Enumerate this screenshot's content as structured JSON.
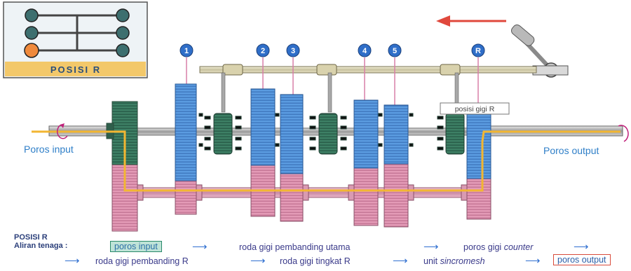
{
  "shift_pattern": {
    "label": "POSISI   R",
    "colors": {
      "panel_bg": "#f3c86a",
      "active_knob": "#f08a3c",
      "knob": "#3d6f6f"
    }
  },
  "gear_numbers": [
    "1",
    "2",
    "3",
    "4",
    "5",
    "R"
  ],
  "callout": "posisi gigi R",
  "labels": {
    "input_shaft": "Poros input",
    "output_shaft": "Poros output"
  },
  "flow": {
    "title": "POSISI R",
    "subtitle": "Aliran tenaga :",
    "steps": [
      "poros input",
      "roda gigi pembanding utama",
      "poros gigi counter",
      "roda gigi pembanding R",
      "roda gigi tingkat R",
      "unit sincromesh",
      "poros output"
    ],
    "italic_words": [
      "counter",
      "sincromesh"
    ]
  },
  "colors": {
    "upper_gear": "#4f8fd6",
    "lower_gear": "#d88aa8",
    "sync_unit": "#2f6f5a",
    "power_flow": "#f2b632",
    "direction_arrow": "#e0483c",
    "label_blue": "#2f7fc8"
  },
  "icons": [
    "shift-lever-icon",
    "direction-arrow-icon",
    "rotation-arrow-icon"
  ]
}
